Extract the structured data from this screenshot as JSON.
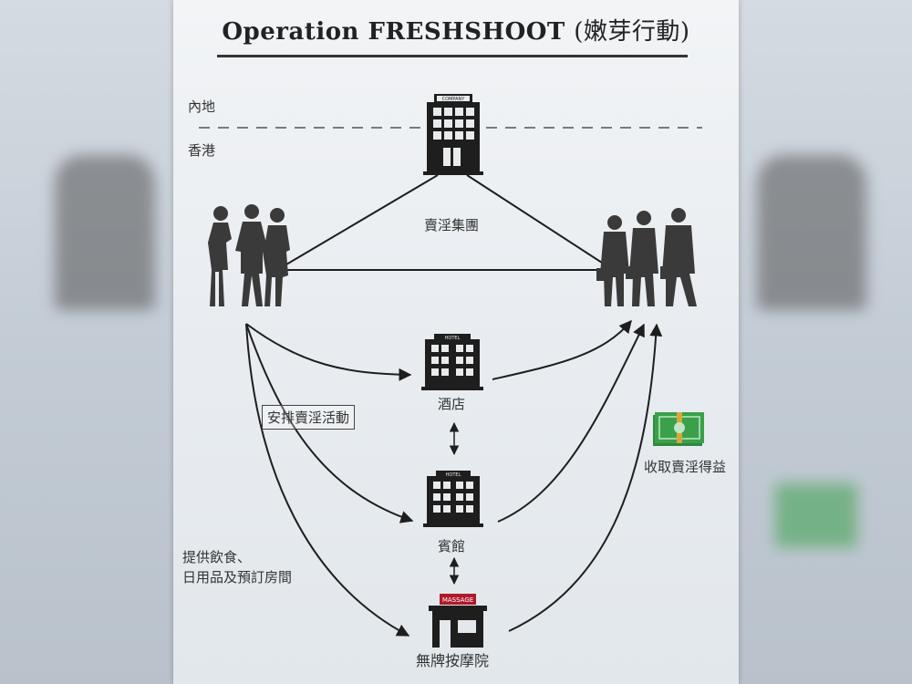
{
  "title": {
    "main": "Operation FRESHSHOOT",
    "chinese": "(嫩芽行動)"
  },
  "regions": {
    "mainland": "內地",
    "hong_kong": "香港"
  },
  "company_sign": "COMPANY",
  "hotel_sign": "HOTEL",
  "massage_sign": "MASSAGE",
  "labels": {
    "syndicate": "賣淫集團",
    "hotel": "酒店",
    "guesthouse": "賓館",
    "massage_parlour": "無牌按摩院",
    "arrange": "安排賣淫活動",
    "provide_line1": "提供飲食、",
    "provide_line2": "日用品及預訂房間",
    "proceeds": "收取賣淫得益"
  },
  "colors": {
    "ink": "#1e1e1e",
    "money": "#3aa04a",
    "sign_red": "#b0192a"
  }
}
